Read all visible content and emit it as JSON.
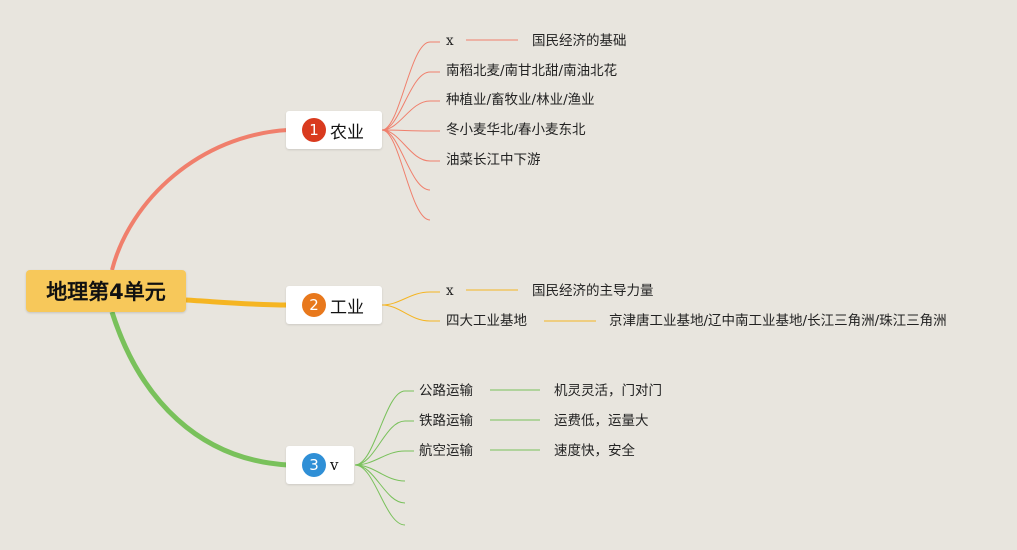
{
  "root": {
    "label": "地理第4单元"
  },
  "branches": [
    {
      "badge": "1",
      "label": "农业",
      "color": "#f07f6c",
      "badge_color": "#d93a1e",
      "items": [
        {
          "text": "x",
          "detail": "国民经济的基础"
        },
        {
          "text": "南稻北麦/南甘北甜/南油北花"
        },
        {
          "text": "种植业/畜牧业/林业/渔业"
        },
        {
          "text": "冬小麦华北/春小麦东北"
        },
        {
          "text": "油菜长江中下游"
        },
        {
          "text": ""
        },
        {
          "text": ""
        }
      ]
    },
    {
      "badge": "2",
      "label": "工业",
      "color": "#f5b522",
      "badge_color": "#e8781c",
      "items": [
        {
          "text": "x",
          "detail": "国民经济的主导力量"
        },
        {
          "text": "四大工业基地",
          "detail": "京津唐工业基地/辽中南工业基地/长江三角洲/珠江三角洲"
        }
      ]
    },
    {
      "badge": "3",
      "label": "v",
      "color": "#79c15b",
      "badge_color": "#2f8fd6",
      "items": [
        {
          "text": "公路运输",
          "detail": "机灵灵活，门对门"
        },
        {
          "text": "铁路运输",
          "detail": "运费低，运量大"
        },
        {
          "text": "航空运输",
          "detail": "速度快，安全"
        },
        {
          "text": ""
        },
        {
          "text": ""
        },
        {
          "text": ""
        }
      ]
    }
  ]
}
